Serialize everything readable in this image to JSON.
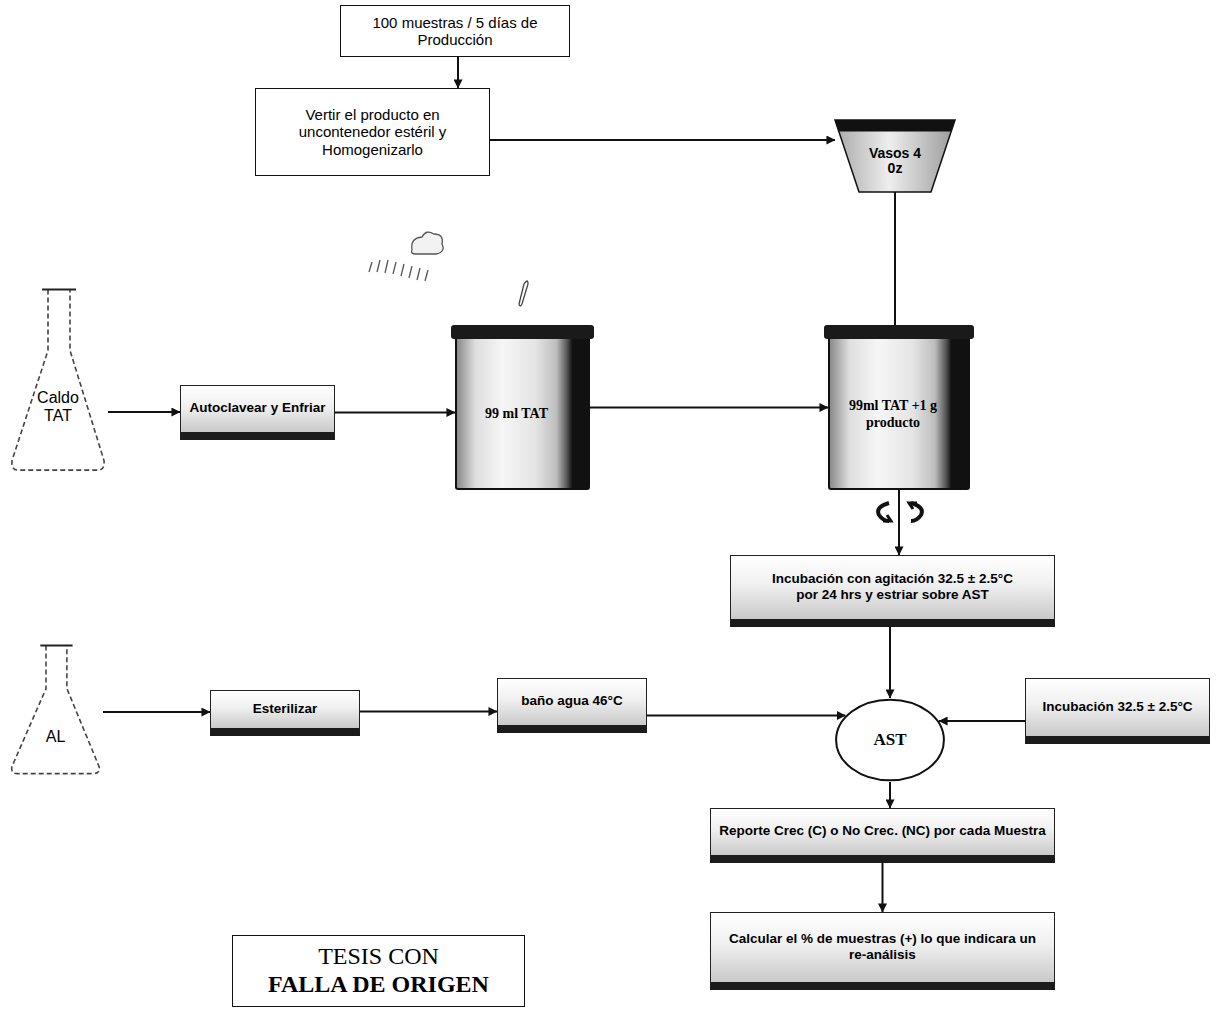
{
  "diagram": {
    "nodes": [
      {
        "text": [
          "100 muestras / 5 días de Producción"
        ]
      },
      {
        "text": [
          "Vertir el producto en uncontenedor estéril y Homogenizarlo"
        ]
      },
      {
        "text": [
          "Vasos 4 0z"
        ]
      },
      {
        "text": [
          "Caldo TAT"
        ]
      },
      {
        "text": [
          "Autoclavear y Enfriar"
        ]
      },
      {
        "text": [
          "99 ml TAT"
        ]
      },
      {
        "text": [
          "99ml TAT +1 g producto"
        ]
      },
      {
        "text": [
          "Incubación con agitación 32.5 ± 2.5°C",
          "por 24 hrs y estriar sobre AST"
        ]
      },
      {
        "text": [
          "AL"
        ]
      },
      {
        "text": [
          "Esterilizar"
        ]
      },
      {
        "text": [
          "baño agua 46°C"
        ]
      },
      {
        "text": [
          "AST"
        ]
      },
      {
        "text": [
          "Incubación 32.5 ± 2.5°C"
        ]
      },
      {
        "text": [
          "Reporte Crec (C) o No Crec. (NC) por cada Muestra"
        ]
      },
      {
        "text": [
          "Calcular el % de muestras (+) lo que indicara un re-análisis"
        ]
      },
      {
        "text": [
          "TESIS CON",
          "FALLA DE ORIGEN"
        ]
      }
    ],
    "edges": [
      {
        "from": 0,
        "to": 1,
        "arrow": "to"
      },
      {
        "from": 1,
        "to": 2,
        "arrow": "to"
      },
      {
        "from": 2,
        "to": 6,
        "arrow": "none"
      },
      {
        "from": 3,
        "to": 4,
        "arrow": "to"
      },
      {
        "from": 4,
        "to": 5,
        "arrow": "to"
      },
      {
        "from": 5,
        "to": 6,
        "arrow": "to"
      },
      {
        "from": 6,
        "to": 7,
        "arrow": "to"
      },
      {
        "from": 7,
        "to": 11,
        "arrow": "to"
      },
      {
        "from": 8,
        "to": 9,
        "arrow": "to"
      },
      {
        "from": 9,
        "to": 10,
        "arrow": "to"
      },
      {
        "from": 10,
        "to": 11,
        "arrow": "to"
      },
      {
        "from": 12,
        "to": 11,
        "arrow": "to"
      },
      {
        "from": 11,
        "to": 13,
        "arrow": "to"
      },
      {
        "from": 13,
        "to": 14,
        "arrow": "to"
      }
    ]
  }
}
